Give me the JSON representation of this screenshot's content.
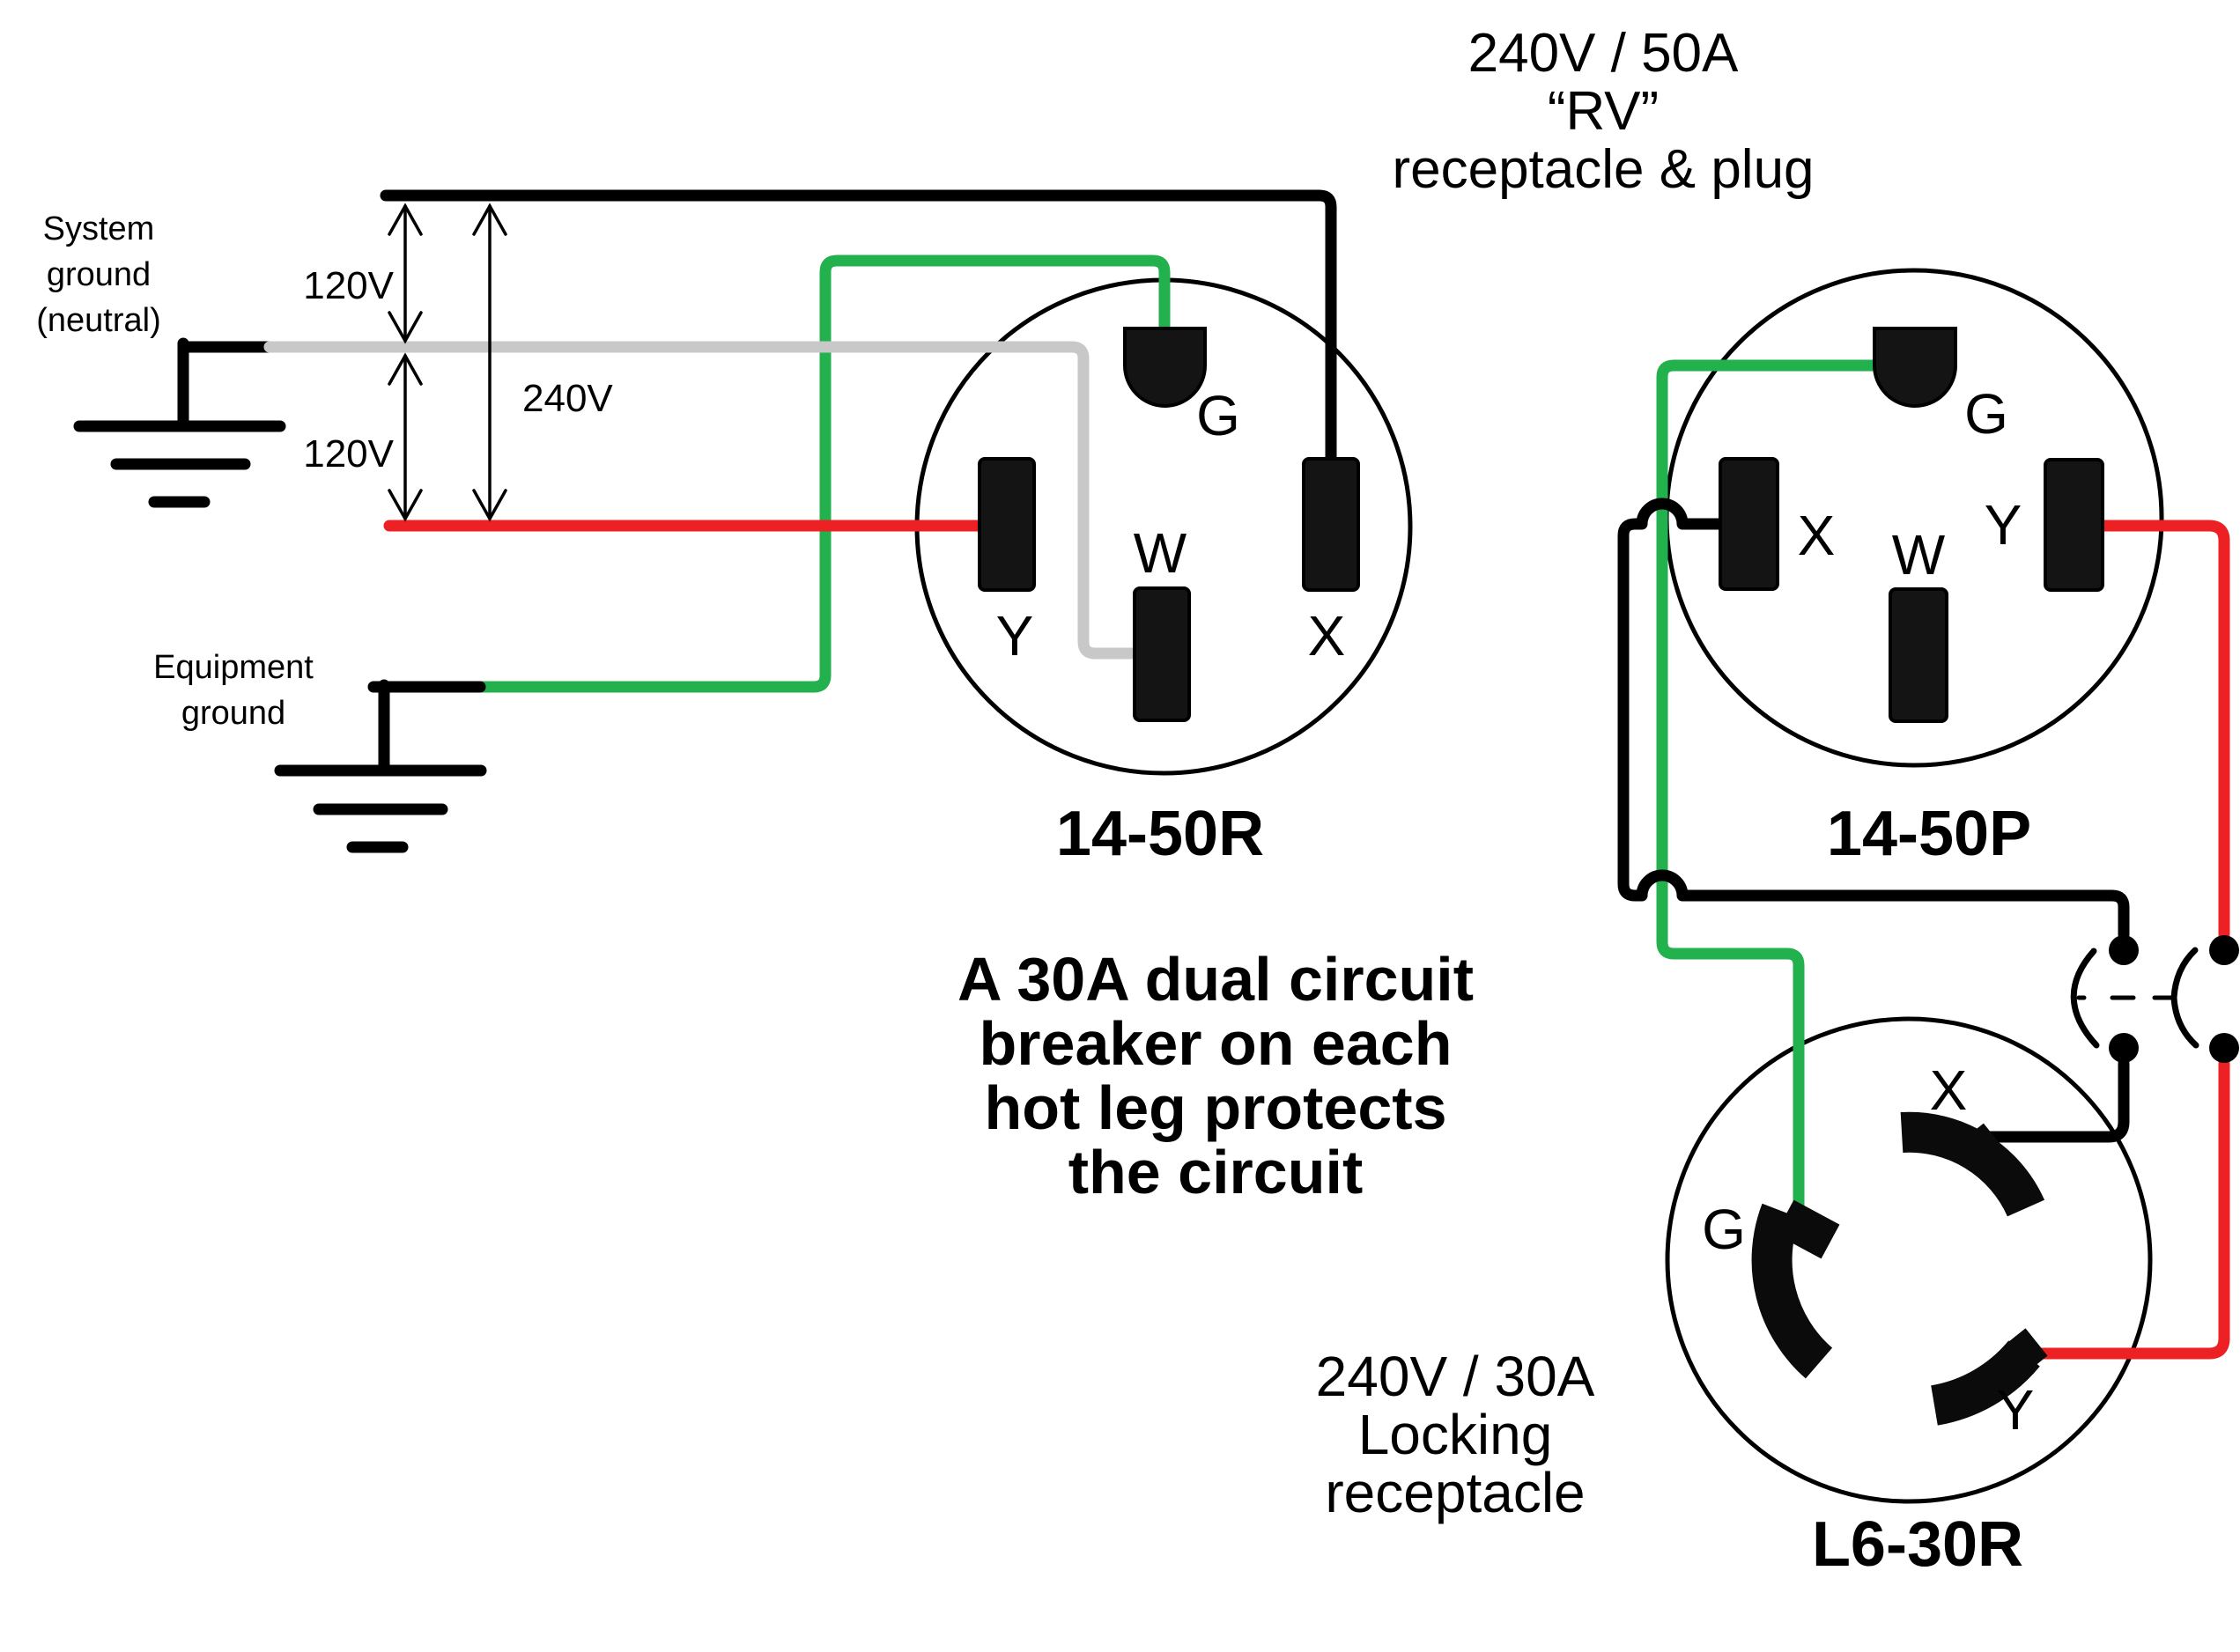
{
  "title": [
    "240V / 50A",
    "“RV”",
    "receptacle & plug"
  ],
  "system_ground_label": [
    "System",
    "ground",
    "(neutral)"
  ],
  "equipment_ground_label": [
    "Equipment",
    "ground"
  ],
  "voltage_labels": {
    "upper": "120V",
    "span": "240V",
    "lower": "120V"
  },
  "note": [
    "A 30A dual circuit",
    "breaker on each",
    "hot leg protects",
    "the circuit"
  ],
  "locking_label": [
    "240V / 30A",
    "Locking",
    "receptacle"
  ],
  "connectors": {
    "rv_receptacle": {
      "name": "14-50R",
      "pin_g": "G",
      "pin_w": "W",
      "pin_y": "Y",
      "pin_x": "X"
    },
    "rv_plug": {
      "name": "14-50P",
      "pin_g": "G",
      "pin_x": "X",
      "pin_y": "Y",
      "pin_w": "W"
    },
    "locking_receptacle": {
      "name": "L6-30R",
      "pin_x": "X",
      "pin_g": "G",
      "pin_y": "Y"
    }
  },
  "wire_colors": {
    "hot_black": "#000000",
    "neutral_gray": "#c8c8c8",
    "hot_red": "#ed2024",
    "ground_green": "#22b14c"
  }
}
